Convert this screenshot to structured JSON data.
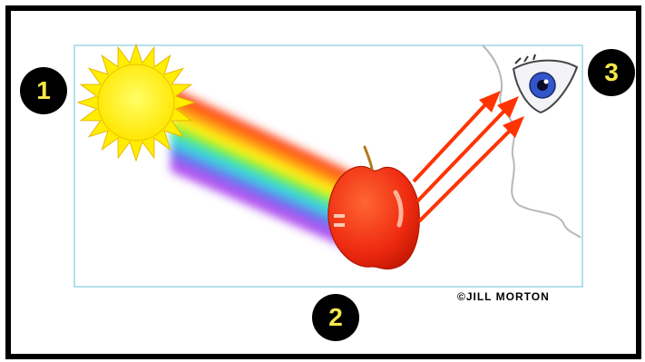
{
  "badges": {
    "one": "1",
    "two": "2",
    "three": "3"
  },
  "credit": "©JILL MORTON",
  "colors": {
    "frame": "#000000",
    "panel_border": "#9bd6e6",
    "badge_fill": "#000000",
    "badge_text": "#f5e84a",
    "sun": "#ffee00",
    "apple": "#ee3311",
    "arrows": "#ff3300"
  },
  "icons": [
    "sun-icon",
    "apple-icon",
    "eye-icon"
  ],
  "rainbow_colors": [
    "#ff3300",
    "#ff8800",
    "#ffee00",
    "#55ee22",
    "#22ccdd",
    "#5566ee",
    "#aa44ee"
  ]
}
